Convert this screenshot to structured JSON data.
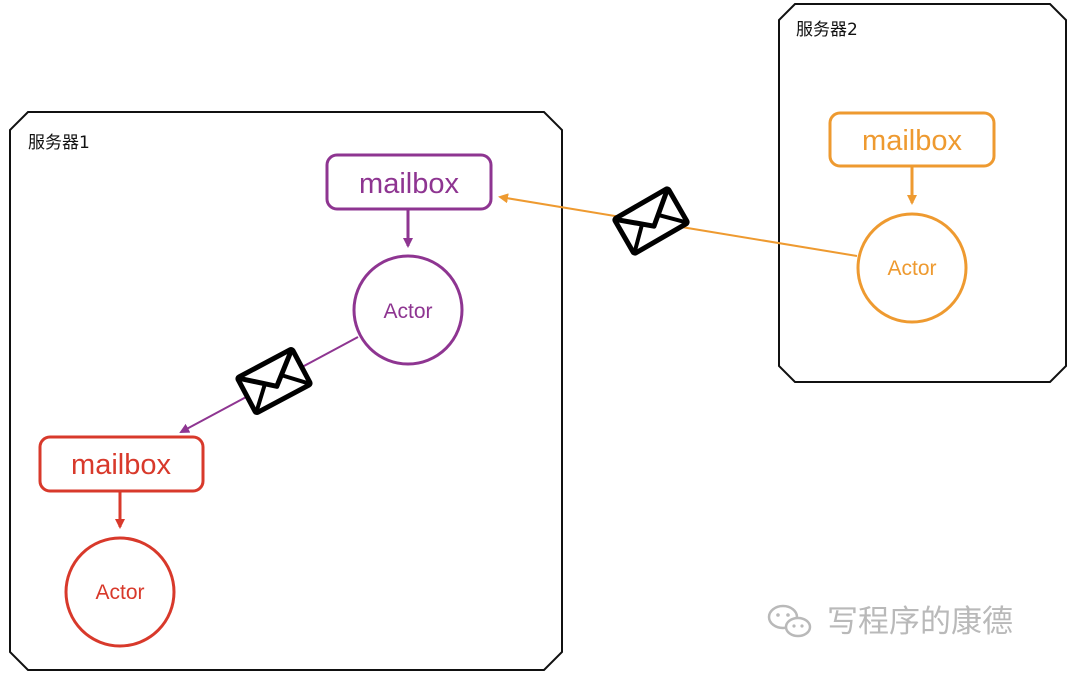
{
  "colors": {
    "purple": "#8e3591",
    "red": "#d8392b",
    "orange": "#ee9a30",
    "frame": "#111111",
    "watermark": "#b9b9b9"
  },
  "servers": [
    {
      "label": "服务器1",
      "mailboxes": [
        {
          "label": "mailbox",
          "color": "purple"
        },
        {
          "label": "mailbox",
          "color": "red"
        }
      ],
      "actors": [
        {
          "label": "Actor",
          "color": "purple"
        },
        {
          "label": "Actor",
          "color": "red"
        }
      ]
    },
    {
      "label": "服务器2",
      "mailboxes": [
        {
          "label": "mailbox",
          "color": "orange"
        }
      ],
      "actors": [
        {
          "label": "Actor",
          "color": "orange"
        }
      ]
    }
  ],
  "messages": [
    {
      "from": "Actor (服务器2)",
      "to": "mailbox (服务器1)",
      "icon": "envelope-icon",
      "color": "orange"
    },
    {
      "from": "Actor (服务器1)",
      "to": "mailbox (服务器1)",
      "icon": "envelope-icon",
      "color": "purple"
    }
  ],
  "watermark": {
    "text": "写程序的康德",
    "icon": "wechat-icon"
  }
}
